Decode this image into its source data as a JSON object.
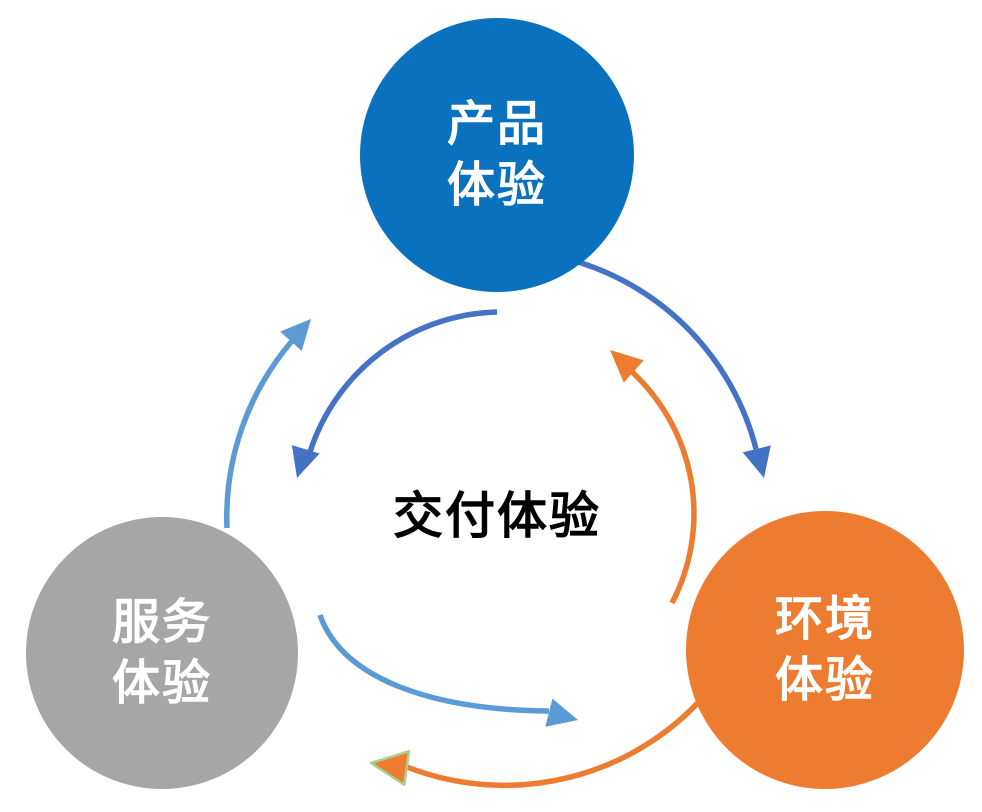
{
  "diagram": {
    "center_label": "交付体验",
    "nodes": [
      {
        "id": "product",
        "lines": [
          "产品",
          "体验"
        ],
        "color": "#0971BD"
      },
      {
        "id": "service",
        "lines": [
          "服务",
          "体验"
        ],
        "color": "#A6A6A6"
      },
      {
        "id": "environment",
        "lines": [
          "环境",
          "体验"
        ],
        "color": "#ED7C31"
      }
    ],
    "arrow_colors": {
      "dark_blue": "#4472C4",
      "light_blue": "#5B9BD5",
      "orange": "#ED7C31",
      "green_outline": "#A9D18E"
    }
  }
}
